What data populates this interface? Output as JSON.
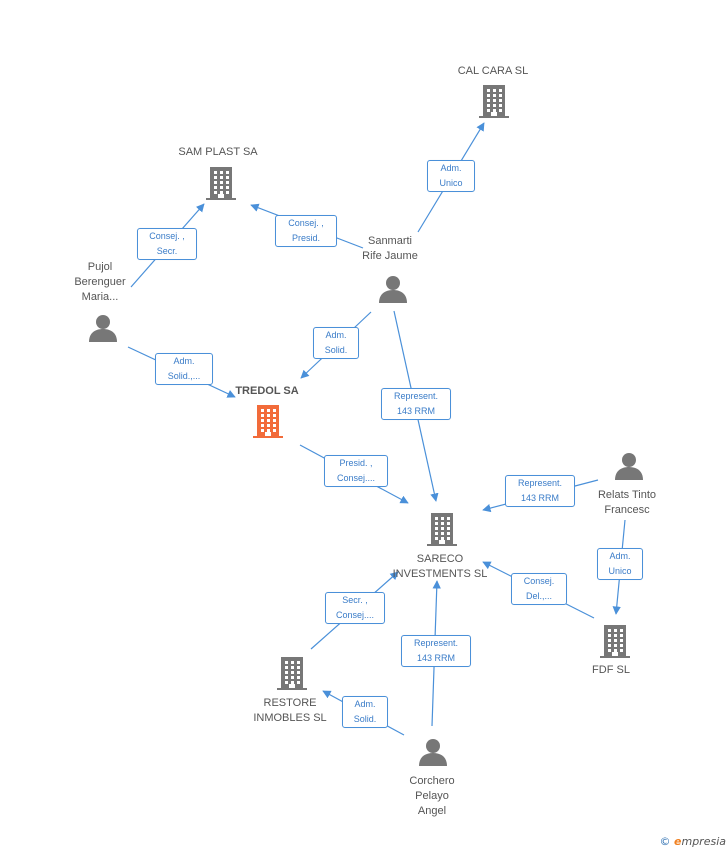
{
  "colors": {
    "edge": "#4a90d9",
    "node": "#777777",
    "main": "#f26b3a"
  },
  "nodes": {
    "cal_cara": {
      "label": "CAL CARA SL",
      "kind": "company"
    },
    "sam_plast": {
      "label": "SAM PLAST SA",
      "kind": "company"
    },
    "sanmarti": {
      "label": "Sanmarti\nRife Jaume",
      "kind": "person"
    },
    "pujol": {
      "label": "Pujol\nBerenguer\nMaria...",
      "kind": "person"
    },
    "tredol": {
      "label": "TREDOL SA",
      "kind": "company-main"
    },
    "relats": {
      "label": "Relats Tinto\nFrancesc",
      "kind": "person"
    },
    "sareco": {
      "label": "SARECO\nINVESTMENTS SL",
      "kind": "company"
    },
    "fdf": {
      "label": "FDF SL",
      "kind": "company"
    },
    "restore": {
      "label": "RESTORE\nINMOBLES SL",
      "kind": "company"
    },
    "corchero": {
      "label": "Corchero\nPelayo\nAngel",
      "kind": "person"
    }
  },
  "edges": [
    {
      "id": "e1",
      "label": "Adm.\nUnico"
    },
    {
      "id": "e2",
      "label": "Consej. ,\nPresid."
    },
    {
      "id": "e3",
      "label": "Consej. ,\nSecr."
    },
    {
      "id": "e4",
      "label": "Adm.\nSolid."
    },
    {
      "id": "e5",
      "label": "Adm.\nSolid.,..."
    },
    {
      "id": "e6",
      "label": "Represent.\n143 RRM"
    },
    {
      "id": "e7",
      "label": "Presid. ,\nConsej...."
    },
    {
      "id": "e8",
      "label": "Represent.\n143 RRM"
    },
    {
      "id": "e9",
      "label": "Adm.\nUnico"
    },
    {
      "id": "e10",
      "label": "Consej.\nDel.,..."
    },
    {
      "id": "e11",
      "label": "Secr. ,\nConsej...."
    },
    {
      "id": "e12",
      "label": "Represent.\n143 RRM"
    },
    {
      "id": "e13",
      "label": "Adm.\nSolid."
    }
  ],
  "footer": {
    "copyright": "©",
    "brand_e": "e",
    "brand_rest": "mpresia"
  }
}
